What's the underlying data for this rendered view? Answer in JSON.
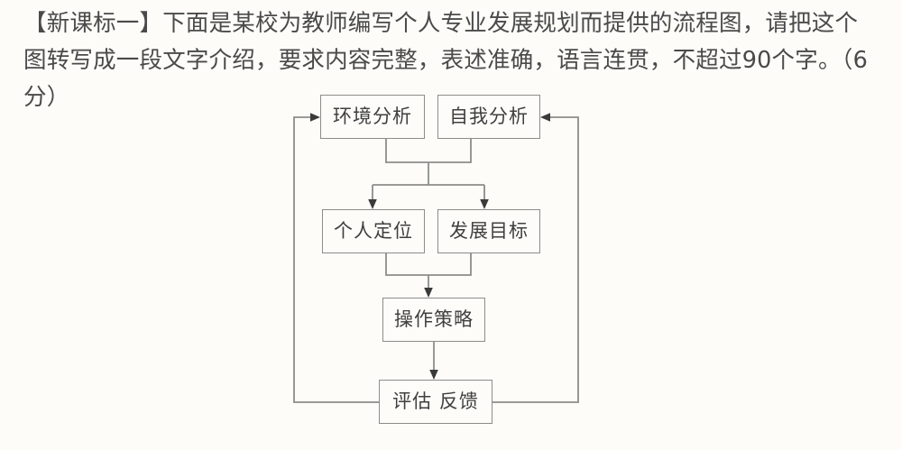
{
  "page": {
    "background_color": "#fdfcf8",
    "text_color": "#4a4a4a",
    "line_color": "#8d8c88"
  },
  "question": {
    "text": "【新课标一】下面是某校为教师编写个人专业发展规划而提供的流程图，请把这个图转写成一段文字介绍，要求内容完整，表述准确，语言连贯，不超过90个字。（6分）",
    "tag": "【新课标一】",
    "points": "（6分）",
    "word_limit": "90"
  },
  "flowchart": {
    "type": "flowchart",
    "nodes": [
      {
        "id": "env",
        "label": "环境分析",
        "row": 1,
        "col": 1
      },
      {
        "id": "self",
        "label": "自我分析",
        "row": 1,
        "col": 2
      },
      {
        "id": "pos",
        "label": "个人定位",
        "row": 2,
        "col": 1
      },
      {
        "id": "goal",
        "label": "发展目标",
        "row": 2,
        "col": 2
      },
      {
        "id": "strat",
        "label": "操作策略",
        "row": 3,
        "col": 1
      },
      {
        "id": "eval",
        "label": "评估 反馈",
        "row": 4,
        "col": 1
      }
    ],
    "edges": [
      {
        "from": "env",
        "to": "pos",
        "style": "merge-split",
        "arrow": true
      },
      {
        "from": "env",
        "to": "goal",
        "style": "merge-split",
        "arrow": true
      },
      {
        "from": "self",
        "to": "pos",
        "style": "merge-split",
        "arrow": true
      },
      {
        "from": "self",
        "to": "goal",
        "style": "merge-split",
        "arrow": true
      },
      {
        "from": "pos",
        "to": "strat",
        "style": "merge",
        "arrow": true
      },
      {
        "from": "goal",
        "to": "strat",
        "style": "merge",
        "arrow": true
      },
      {
        "from": "strat",
        "to": "eval",
        "style": "direct",
        "arrow": true
      },
      {
        "from": "eval",
        "to": "env",
        "style": "feedback-left",
        "arrow": true
      },
      {
        "from": "eval",
        "to": "self",
        "style": "feedback-right",
        "arrow": true
      }
    ]
  }
}
